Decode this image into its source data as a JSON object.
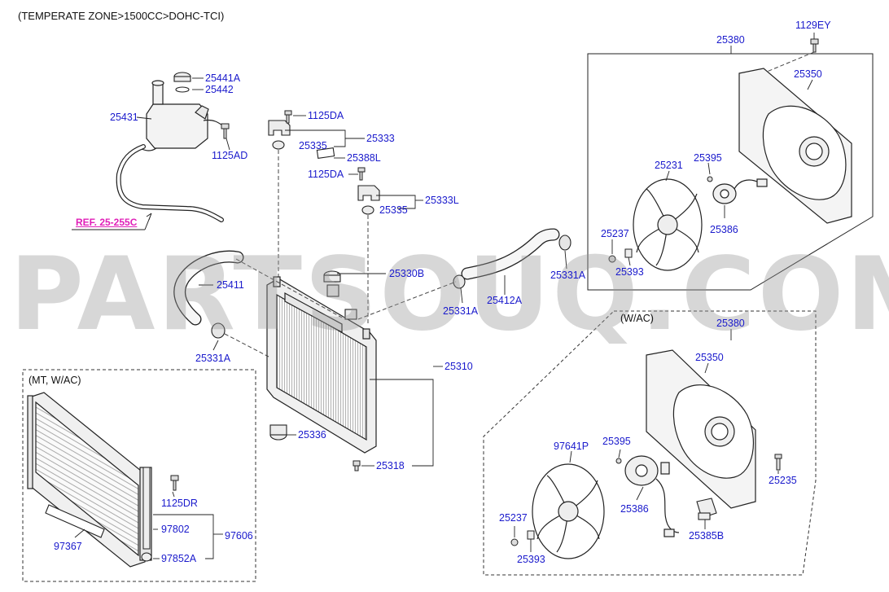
{
  "title": "(TEMPERATE ZONE>1500CC>DOHC-TCI)",
  "watermark": "PARTSOUQ.COM",
  "inset_titles": {
    "mt_wac": "(MT, W/AC)",
    "wac": "(W/AC)"
  },
  "reference": "REF. 25-255C",
  "labels": {
    "l_25441A": "25441A",
    "l_25442": "25442",
    "l_25431": "25431",
    "l_1125AD": "1125AD",
    "l_1125DA_a": "1125DA",
    "l_25333": "25333",
    "l_25335_a": "25335",
    "l_25388L": "25388L",
    "l_1125DA_b": "1125DA",
    "l_25333L": "25333L",
    "l_25335_b": "25335",
    "l_25330B": "25330B",
    "l_25411": "25411",
    "l_25331A_a": "25331A",
    "l_25331A_b": "25331A",
    "l_25331A_c": "25331A",
    "l_25412A": "25412A",
    "l_25310": "25310",
    "l_25336": "25336",
    "l_25318": "25318",
    "l_1129EY": "1129EY",
    "l_25380_a": "25380",
    "l_25350_a": "25350",
    "l_25395_a": "25395",
    "l_25231": "25231",
    "l_25237_a": "25237",
    "l_25386_a": "25386",
    "l_25393_a": "25393",
    "l_25380_b": "25380",
    "l_25350_b": "25350",
    "l_97641P": "97641P",
    "l_25395_b": "25395",
    "l_25235": "25235",
    "l_25237_b": "25237",
    "l_25386_b": "25386",
    "l_25385B": "25385B",
    "l_25393_b": "25393",
    "l_1125DR": "1125DR",
    "l_97802": "97802",
    "l_97606": "97606",
    "l_97367": "97367",
    "l_97852A": "97852A"
  },
  "colors": {
    "label": "#1a1acc",
    "reference": "#e01fb8",
    "line": "#222222",
    "watermark": "#969696"
  }
}
